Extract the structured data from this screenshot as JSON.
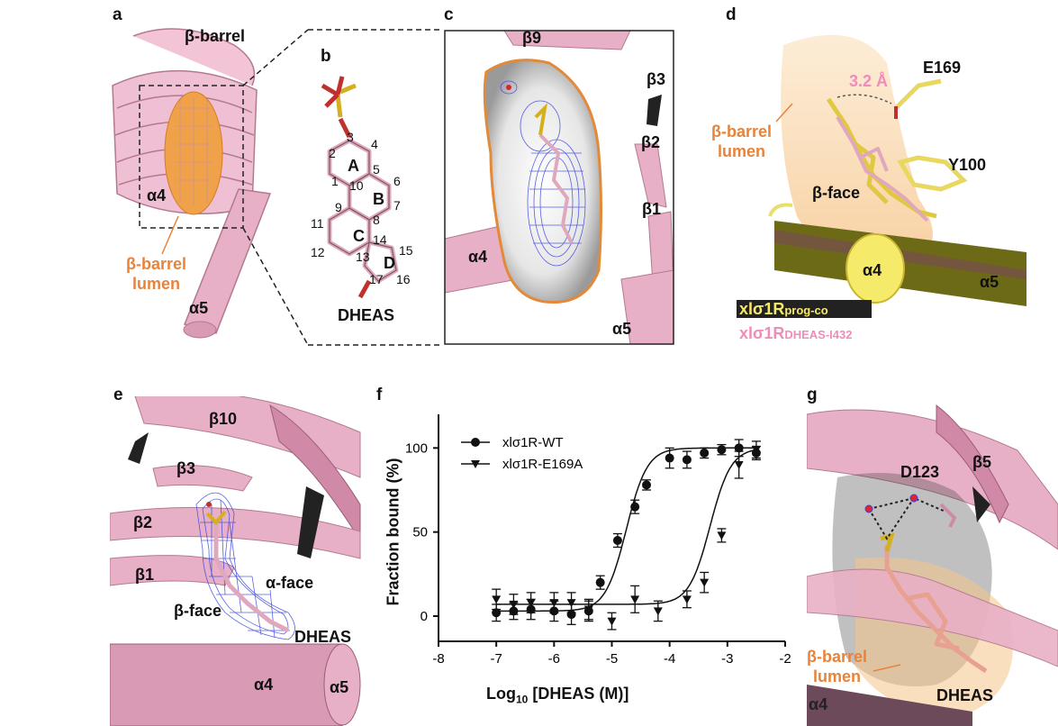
{
  "panels": {
    "a": {
      "letter": "a",
      "barrel": "β-barrel",
      "a4": "α4",
      "lumen_line1": "β-barrel",
      "lumen_line2": "lumen",
      "a5": "α5"
    },
    "b": {
      "letter": "b",
      "rings": [
        "A",
        "B",
        "C",
        "D"
      ],
      "numbers": [
        "1",
        "2",
        "3",
        "4",
        "5",
        "6",
        "7",
        "8",
        "9",
        "10",
        "11",
        "12",
        "13",
        "14",
        "15",
        "16",
        "17"
      ],
      "name": "DHEAS"
    },
    "c": {
      "letter": "c",
      "b9": "β9",
      "b3": "β3",
      "b2": "β2",
      "b1": "β1",
      "a4": "α4",
      "a5": "α5"
    },
    "d": {
      "letter": "d",
      "dist": "3.2 Å",
      "e169": "E169",
      "y100": "Y100",
      "lumen_line1": "β-barrel",
      "lumen_line2": "lumen",
      "bface": "β-face",
      "a4": "α4",
      "a5": "α5",
      "legend1": "xlσ1R",
      "legend1_sub": "prog-co",
      "legend2": "xlσ1R",
      "legend2_sub": "DHEAS-I432"
    },
    "e": {
      "letter": "e",
      "b10": "β10",
      "b3": "β3",
      "b2": "β2",
      "b1": "β1",
      "aface": "α-face",
      "bface": "β-face",
      "dheas": "DHEAS",
      "a4": "α4",
      "a5": "α5"
    },
    "g": {
      "letter": "g",
      "d123": "D123",
      "b5": "β5",
      "lumen_line1": "β-barrel",
      "lumen_line2": "lumen",
      "dheas": "DHEAS",
      "a4": "α4"
    }
  },
  "chart_data": {
    "type": "scatter",
    "panel_letter": "f",
    "xlabel_pre": "Log",
    "xlabel_sub": "10",
    "xlabel_post": " [DHEAS (M)]",
    "ylabel": "Fraction bound (%)",
    "xlim": [
      -8,
      -2
    ],
    "ylim": [
      -15,
      120
    ],
    "xticks": [
      "-8",
      "-7",
      "-6",
      "-5",
      "-4",
      "-3",
      "-2"
    ],
    "yticks": [
      "0",
      "50",
      "100"
    ],
    "xtick_values": [
      -8,
      -7,
      -6,
      -5,
      -4,
      -3,
      -2
    ],
    "ytick_values": [
      0,
      50,
      100
    ],
    "legend_position": "top-left",
    "series": [
      {
        "name": "xlσ1R-WT",
        "marker": "circle",
        "ec50_log": -4.75,
        "x": [
          -7,
          -6.7,
          -6.4,
          -6,
          -5.7,
          -5.4,
          -5.2,
          -4.9,
          -4.6,
          -4.4,
          -4,
          -3.7,
          -3.4,
          -3.1,
          -2.8,
          -2.5
        ],
        "y": [
          2,
          3,
          4,
          3,
          1,
          3,
          20,
          45,
          65,
          78,
          94,
          93,
          97,
          99,
          100,
          97
        ],
        "err": [
          5,
          5,
          6,
          6,
          6,
          6,
          4,
          4,
          4,
          3,
          6,
          5,
          3,
          3,
          5,
          4
        ]
      },
      {
        "name": "xlσ1R-E169A",
        "marker": "triangle-down",
        "ec50_log": -3.3,
        "x": [
          -7,
          -6.7,
          -6.4,
          -6,
          -5.7,
          -5.4,
          -5,
          -4.6,
          -4.2,
          -3.7,
          -3.4,
          -3.1,
          -2.8,
          -2.5
        ],
        "y": [
          10,
          7,
          8,
          8,
          8,
          4,
          -3,
          10,
          3,
          10,
          20,
          48,
          90,
          99
        ],
        "err": [
          6,
          6,
          6,
          6,
          6,
          6,
          5,
          8,
          6,
          5,
          6,
          4,
          8,
          5
        ]
      }
    ]
  }
}
